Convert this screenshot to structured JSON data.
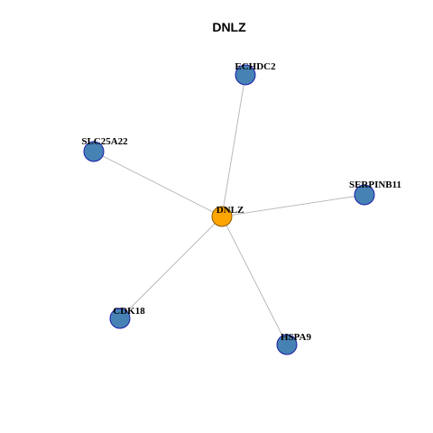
{
  "title": "DNLZ",
  "colors": {
    "hub_fill": "#FFA500",
    "hub_stroke": "#8B5A00",
    "neighbor_fill": "#4682B4",
    "neighbor_stroke": "#1a1aa8",
    "edge": "#b3b3b3"
  },
  "graph": {
    "hub": "DNLZ",
    "nodes": [
      {
        "id": "DNLZ",
        "label": "DNLZ",
        "role": "hub"
      },
      {
        "id": "ECHDC2",
        "label": "ECHDC2",
        "role": "neighbor"
      },
      {
        "id": "SLC25A22",
        "label": "SLC25A22",
        "role": "neighbor"
      },
      {
        "id": "SERPINB11",
        "label": "SERPINB11",
        "role": "neighbor"
      },
      {
        "id": "CDK18",
        "label": "CDK18",
        "role": "neighbor"
      },
      {
        "id": "HSPA9",
        "label": "HSPA9",
        "role": "neighbor"
      }
    ],
    "edges": [
      {
        "source": "DNLZ",
        "target": "ECHDC2"
      },
      {
        "source": "DNLZ",
        "target": "SLC25A22"
      },
      {
        "source": "DNLZ",
        "target": "SERPINB11"
      },
      {
        "source": "DNLZ",
        "target": "CDK18"
      },
      {
        "source": "DNLZ",
        "target": "HSPA9"
      }
    ]
  }
}
